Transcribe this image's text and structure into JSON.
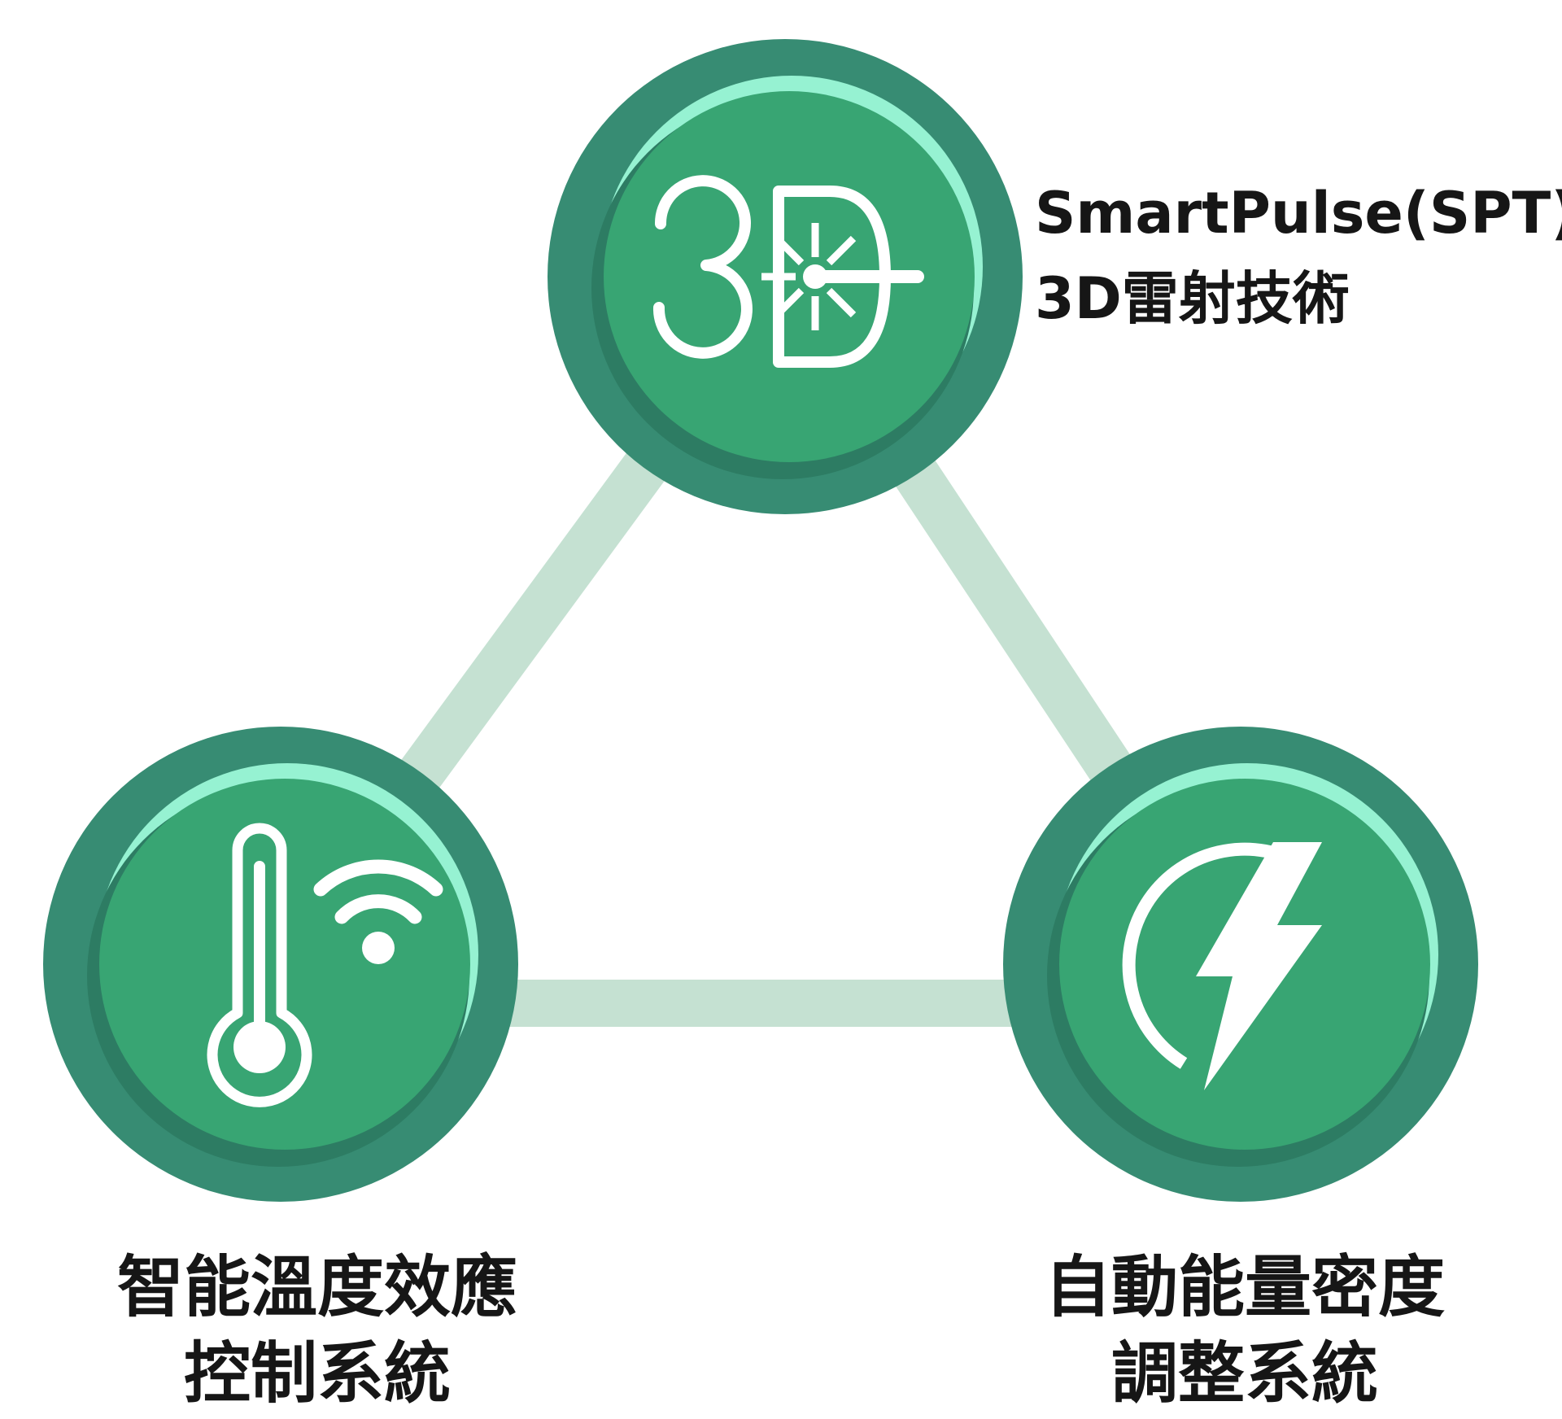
{
  "colors": {
    "background": "#ffffff",
    "connector": "#c5e1d2",
    "ring_outer": "#378c73",
    "face_shadow": "#2d7c63",
    "highlight": "#96f2d2",
    "face": "#38a573",
    "icon": "#ffffff",
    "text": "#161616"
  },
  "nodes": {
    "laser": {
      "icon": "3d-laser-icon",
      "lines": [
        "SmartPulse(SPT)",
        "3D雷射技術"
      ]
    },
    "temperature": {
      "icon": "thermometer-wifi-icon",
      "lines": [
        "智能溫度效應",
        "控制系統"
      ]
    },
    "energy": {
      "icon": "power-lightning-icon",
      "lines": [
        "自動能量密度",
        "調整系統"
      ]
    }
  }
}
